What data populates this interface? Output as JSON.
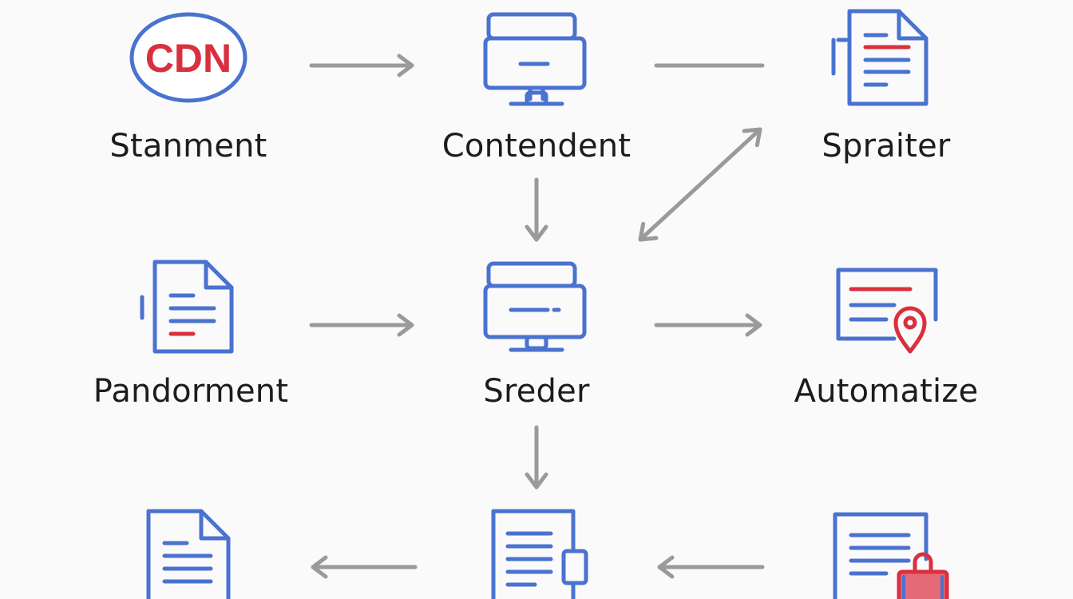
{
  "colors": {
    "background": "#fafafa",
    "icon_blue": "#4a72cf",
    "accent_red": "#d9303f",
    "arrow_gray": "#9a9a9a",
    "label_text": "#1c1c1c"
  },
  "nodes": {
    "stanment": {
      "label": "Stanment",
      "badge_text": "CDN",
      "icon": "cdn-badge-icon"
    },
    "contendent": {
      "label": "Contendent",
      "icon": "monitor-icon"
    },
    "spraiter": {
      "label": "Spraiter",
      "icon": "document-icon"
    },
    "pandorment": {
      "label": "Pandorment",
      "icon": "document-icon"
    },
    "sreder": {
      "label": "Sreder",
      "icon": "monitor-icon"
    },
    "automatize": {
      "label": "Automatize",
      "icon": "certificate-location-icon"
    },
    "bottom_left": {
      "icon": "document-icon"
    },
    "bottom_center": {
      "icon": "document-device-icon"
    },
    "bottom_right": {
      "icon": "document-bag-icon"
    }
  },
  "connections": [
    {
      "from": "stanment",
      "to": "contendent",
      "direction": "forward"
    },
    {
      "from": "contendent",
      "to": "spraiter",
      "direction": "none"
    },
    {
      "from": "contendent",
      "to": "sreder",
      "direction": "forward"
    },
    {
      "from": "spraiter",
      "to": "sreder",
      "direction": "both"
    },
    {
      "from": "pandorment",
      "to": "sreder",
      "direction": "forward"
    },
    {
      "from": "sreder",
      "to": "automatize",
      "direction": "forward"
    },
    {
      "from": "sreder",
      "to": "bottom_center",
      "direction": "forward"
    },
    {
      "from": "bottom_center",
      "to": "bottom_left",
      "direction": "forward"
    },
    {
      "from": "bottom_right",
      "to": "bottom_center",
      "direction": "forward"
    }
  ]
}
